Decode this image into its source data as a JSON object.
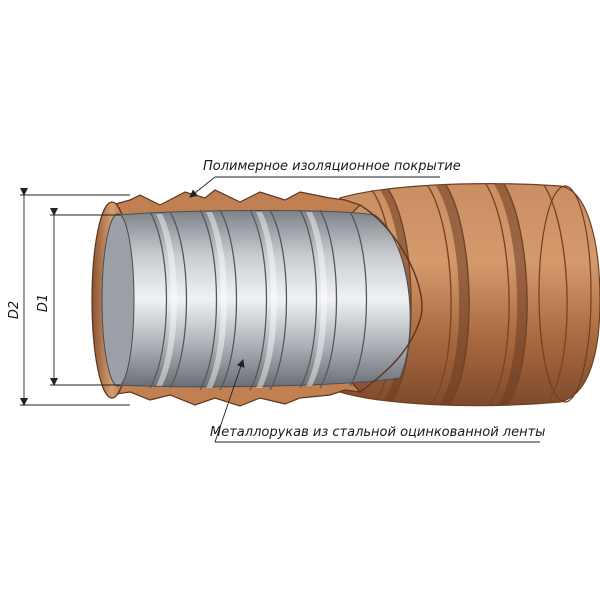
{
  "callouts": {
    "top": "Полимерное изоляционное покрытие",
    "bottom": "Металлорукав из стальной оцинкованной ленты"
  },
  "dimensions": {
    "outer": "D2",
    "inner": "D1"
  },
  "colors": {
    "jacket": "#b5764a",
    "jacket_dark": "#8a5232",
    "jacket_light": "#d49a6c",
    "metal": "#b9bdc3",
    "metal_dark": "#6e7379",
    "metal_light": "#eef0f2",
    "line": "#222222"
  }
}
